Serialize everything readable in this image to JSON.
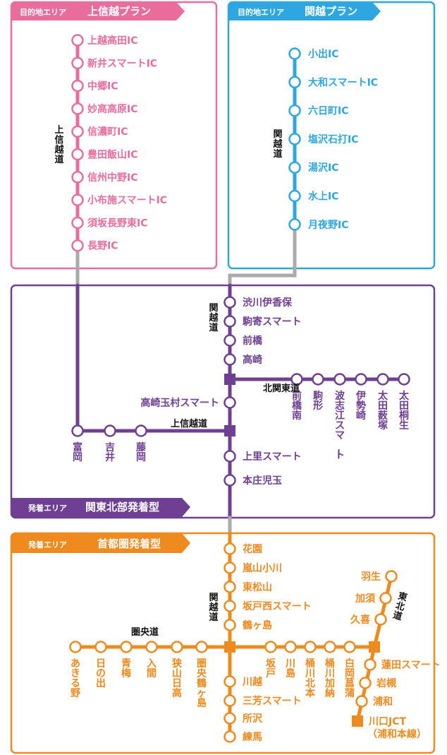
{
  "colors": {
    "pink": "#e86d9d",
    "blue": "#2ea7e0",
    "purple": "#6f3f94",
    "orange": "#ef8a1e",
    "gray": "#aaaaaa"
  },
  "areas": {
    "joshinetsu": {
      "prefix": "目的地エリア",
      "name": "上信越プラン"
    },
    "kanetsu": {
      "prefix": "目的地エリア",
      "name": "関越プラン"
    },
    "kanto_north": {
      "prefix": "発着エリア",
      "name": "関東北部発着型"
    },
    "shutoken": {
      "prefix": "発着エリア",
      "name": "首都圏発着型"
    }
  },
  "roads": {
    "joshinetsu_top": "上信越道",
    "kanetsu_top": "関越道",
    "kanetsu_mid": "関越道",
    "kita_kanto": "北関東道",
    "joshinetsu_mid": "上信越道",
    "kanetsu_low": "関越道",
    "kenodo": "圏央道",
    "tohoku": "東北道"
  },
  "stations": {
    "joshinetsu": [
      "上越高田IC",
      "新井スマートIC",
      "中郷IC",
      "妙高高原IC",
      "信濃町IC",
      "豊田飯山IC",
      "信州中野IC",
      "小布施スマートIC",
      "須坂長野東IC",
      "長野IC"
    ],
    "kanetsu": [
      "小出IC",
      "大和スマートIC",
      "六日町IC",
      "塩沢石打IC",
      "湯沢IC",
      "水上IC",
      "月夜野IC"
    ],
    "kanetsu_north": [
      "渋川伊香保",
      "駒寄スマート",
      "前橋",
      "高崎"
    ],
    "takasaki_tamamura": "高崎玉村スマート",
    "kita_kanto": [
      "前橋南",
      "駒形",
      "波志江スマート",
      "伊勢崎",
      "太田薮塚",
      "太田桐生"
    ],
    "joshinetsu_branch": [
      "富岡",
      "吉井",
      "藤岡"
    ],
    "kanetsu_south": [
      "上里スマート",
      "本庄児玉"
    ],
    "kanetsu_metro": [
      "花園",
      "嵐山小川",
      "東松山",
      "坂戸西スマート",
      "鶴ヶ島"
    ],
    "kenodo_west": [
      "あきる野",
      "日の出",
      "青梅",
      "入間",
      "狭山日高",
      "圏央鶴ヶ島"
    ],
    "kenodo_east": [
      "坂戸",
      "川島",
      "桶川北本",
      "桶川加納",
      "白岡菖蒲"
    ],
    "kanetsu_tokyo": [
      "川越",
      "三芳スマート",
      "所沢",
      "練馬"
    ],
    "tohoku_north": [
      "羽生",
      "加須",
      "久喜"
    ],
    "tohoku_south": [
      "蓮田スマート",
      "岩槻",
      "浦和"
    ],
    "kawaguchi": {
      "name": "川口JCT",
      "sub": "（浦和本線）"
    }
  }
}
